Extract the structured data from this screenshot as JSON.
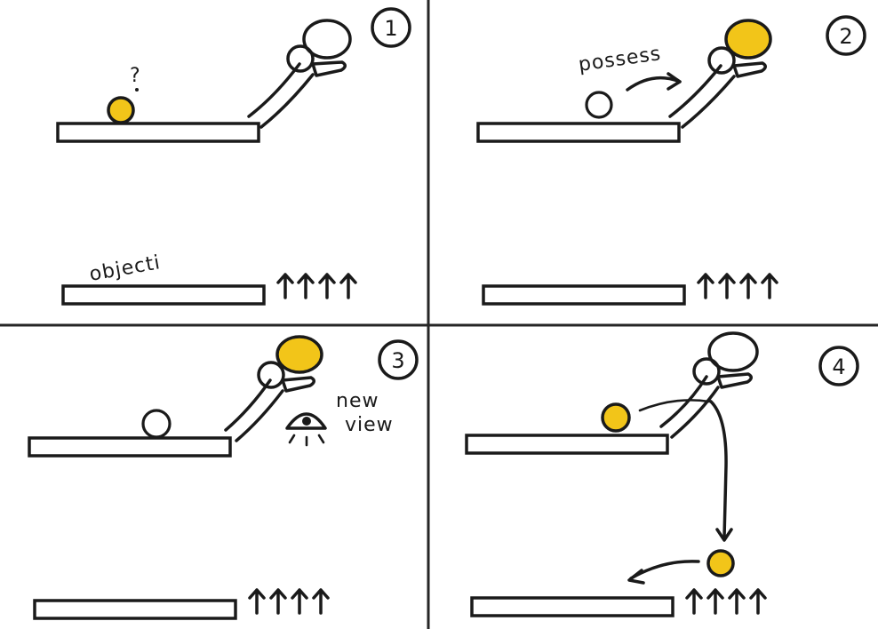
{
  "panels": [
    {
      "number": "1",
      "question_mark": "?",
      "label": "objecti"
    },
    {
      "number": "2",
      "action_label": "possess"
    },
    {
      "number": "3",
      "view_label_line1": "new",
      "view_label_line2": "view"
    },
    {
      "number": "4"
    }
  ],
  "colors": {
    "ball": "#f2c519",
    "ink": "#1a1a1a",
    "paper": "#ffffff"
  }
}
